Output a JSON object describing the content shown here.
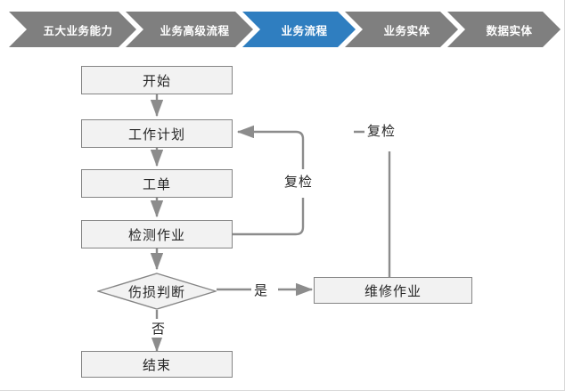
{
  "breadcrumb": {
    "active_color": "#2f7ec0",
    "inactive_color": "#7f7f7f",
    "items": [
      {
        "label": "五大业务能力",
        "active": false
      },
      {
        "label": "业务高级流程",
        "active": false
      },
      {
        "label": "业务流程",
        "active": true
      },
      {
        "label": "业务实体",
        "active": false
      },
      {
        "label": "数据实体",
        "active": false
      }
    ]
  },
  "flowchart": {
    "node_fill": "#f2f2f2",
    "node_border": "#858585",
    "connector_color": "#8c8c8c",
    "nodes": {
      "start": "开始",
      "work_plan": "工作计划",
      "work_order": "工单",
      "inspection": "检测作业",
      "damage_decision": "伤损判断",
      "repair": "维修作业",
      "end": "结束"
    },
    "edge_labels": {
      "yes": "是",
      "no": "否",
      "recheck_inspection": "复检",
      "recheck_repair": "复检"
    }
  }
}
